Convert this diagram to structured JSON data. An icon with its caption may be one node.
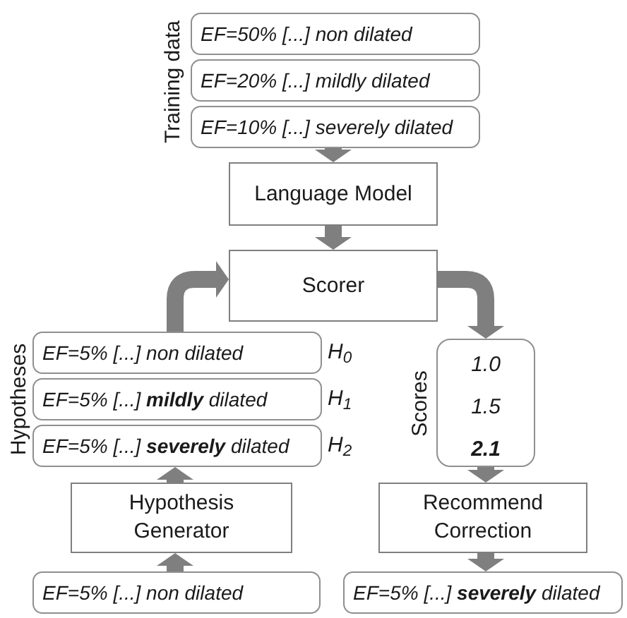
{
  "diagram": {
    "nodes": [
      {
        "text": [
          "EF=50% [...] non dilated"
        ]
      },
      {
        "text": [
          "EF=20% [...] mildly dilated"
        ]
      },
      {
        "text": [
          "EF=10% [...] severely dilated"
        ]
      },
      {
        "text": [
          "Language Model"
        ]
      },
      {
        "text": [
          "Scorer"
        ]
      },
      {
        "text": [
          "EF=5% [...] non dilated"
        ],
        "beside": [
          "H$_{0}$"
        ]
      },
      {
        "text": [
          "EF=5% [...] **mildly** dilated"
        ],
        "beside": [
          "H$_{1}$"
        ]
      },
      {
        "text": [
          "EF=5% [...] **severely** dilated"
        ],
        "beside": [
          "H$_{2}$"
        ]
      },
      {
        "text": [
          "Scores",
          "1.0",
          "1.5",
          "**2.1**"
        ]
      },
      {
        "text": [
          "Hypothesis Generator"
        ]
      },
      {
        "text": [
          "Recommend Correction"
        ]
      },
      {
        "text": [
          "EF=5% [...] non dilated"
        ]
      },
      {
        "text": [
          "EF=5% [...] **severely** dilated"
        ]
      }
    ],
    "edges": [
      {
        "from": 2,
        "to": 3,
        "arrow": "to"
      },
      {
        "from": 3,
        "to": 4,
        "arrow": "to"
      },
      {
        "from": 5,
        "to": 4,
        "arrow": "to"
      },
      {
        "from": 4,
        "to": 8,
        "arrow": "to"
      },
      {
        "from": 8,
        "to": 10,
        "arrow": "to"
      },
      {
        "from": 10,
        "to": 12,
        "arrow": "to"
      },
      {
        "from": 11,
        "to": 9,
        "arrow": "to"
      },
      {
        "from": 9,
        "to": 7,
        "arrow": "to"
      }
    ],
    "labels": [
      "Training data",
      "Hypotheses"
    ]
  }
}
